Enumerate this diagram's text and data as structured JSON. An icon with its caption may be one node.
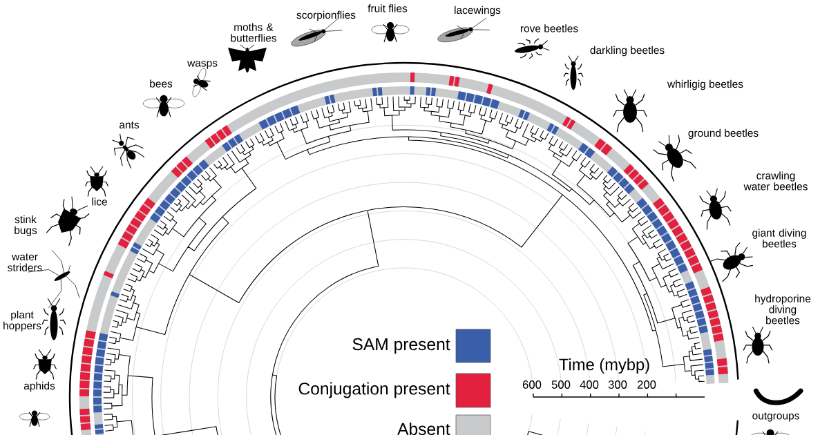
{
  "diagram": {
    "labels": [
      "fruit flies",
      "lacewings",
      "scorpionflies",
      "rove beetles",
      "moths & butterflies",
      "darkling beetles",
      "wasps",
      "bees",
      "whirligig beetles",
      "ants",
      "ground beetles",
      "crawling water beetles",
      "lice",
      "stink bugs",
      "giant diving beetles",
      "water striders",
      "hydroporine diving beetles",
      "plant hoppers",
      "Time (mybp)",
      "600",
      "500",
      "400",
      "300",
      "200",
      "aphids",
      "outgroups"
    ],
    "legend": [
      {
        "text": "SAM present",
        "color": "#3b5eab"
      },
      {
        "text": "Conjugation present",
        "color": "#e3213f"
      },
      {
        "text": "Absent",
        "color": "#c9cacc"
      }
    ]
  }
}
